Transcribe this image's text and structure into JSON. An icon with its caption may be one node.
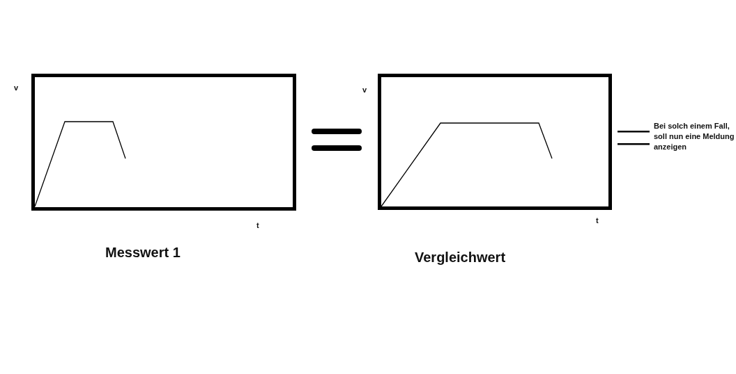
{
  "diagram": {
    "nodes": [
      {
        "text": [
          "Messwert 1"
        ]
      },
      {
        "text": [
          "Vergleichwert"
        ]
      }
    ],
    "labels": [
      "v",
      "v",
      "t",
      "t",
      "Bei solch einem Fall, soll nun eine Meldung anzeigen"
    ]
  }
}
